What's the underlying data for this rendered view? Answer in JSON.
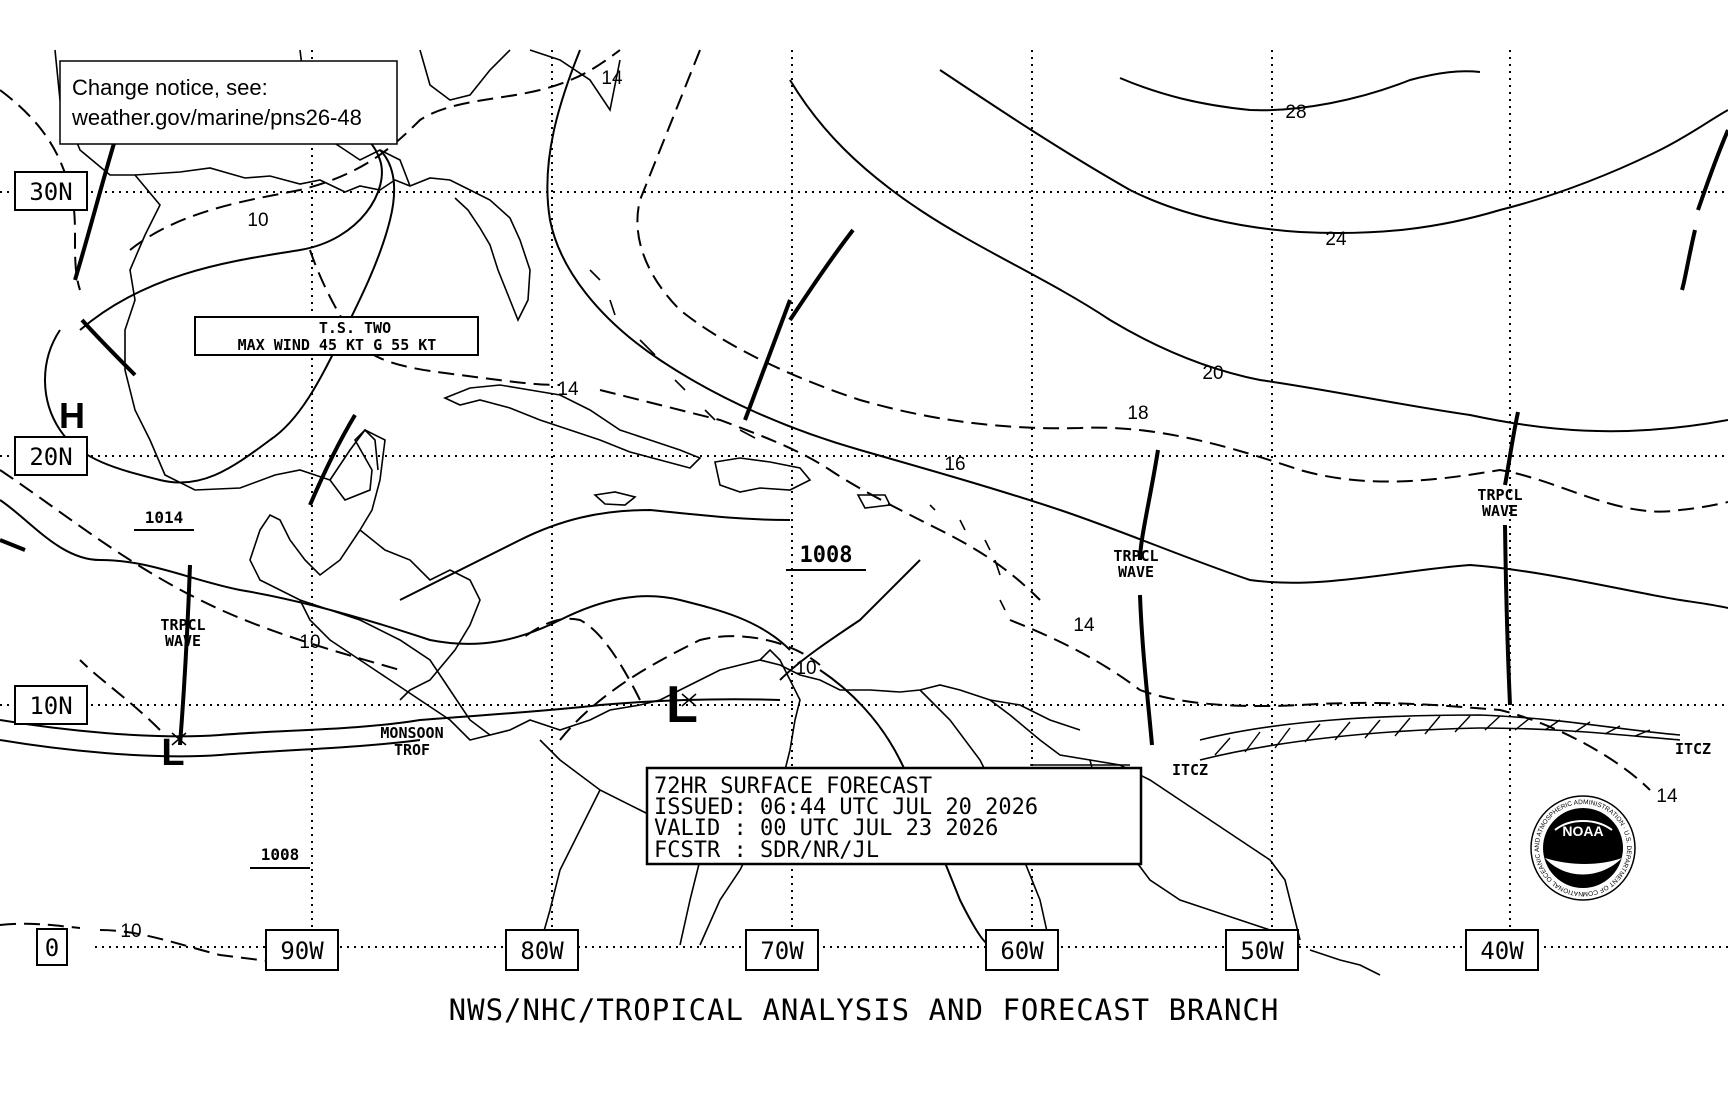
{
  "notice": {
    "line1": "Change notice, see:",
    "line2": "weather.gov/marine/pns26-48"
  },
  "storm_box": {
    "line1": "T.S. TWO",
    "line2": "MAX WIND 45 KT G 55 KT"
  },
  "lat_labels": [
    "30N",
    "20N",
    "10N",
    "0"
  ],
  "lon_labels": [
    "90W",
    "80W",
    "70W",
    "60W",
    "50W",
    "40W"
  ],
  "isobar_labels": [
    "14",
    "28",
    "10",
    "24",
    "20",
    "14",
    "18",
    "16",
    "14",
    "10",
    "10",
    "14",
    "10"
  ],
  "pressure_centers": {
    "high": "H",
    "low_left": "L",
    "low_mid": "L",
    "p1014": "1014",
    "p1008_mid": "1008",
    "p1008_low": "1008"
  },
  "features": {
    "wave1": [
      "TRPCL",
      "WAVE"
    ],
    "wave2": [
      "TRPCL",
      "WAVE"
    ],
    "wave3": [
      "TRPCL",
      "WAVE"
    ],
    "monsoon": [
      "MONSOON",
      "TROF"
    ],
    "itcz1": "ITCZ",
    "itcz2": "ITCZ"
  },
  "forecast_box": {
    "line1": "72HR SURFACE FORECAST",
    "line2": "ISSUED: 06:44 UTC JUL 20 2026",
    "line3": "VALID : 00 UTC JUL 23 2026",
    "line4": "FCSTR : SDR/NR/JL"
  },
  "footer": "NWS/NHC/TROPICAL ANALYSIS AND FORECAST BRANCH",
  "logo": {
    "text": "NOAA",
    "ring": "NATIONAL OCEANIC AND ATMOSPHERIC ADMINISTRATION · U.S. DEPARTMENT OF COMMERCE"
  }
}
